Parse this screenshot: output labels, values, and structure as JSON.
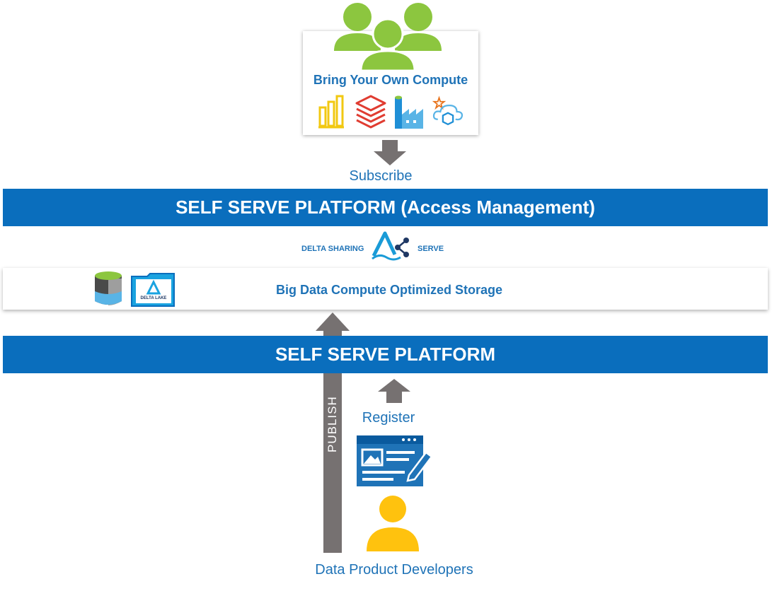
{
  "compute": {
    "title": "Bring Your Own Compute",
    "icons": [
      "power-bi-icon",
      "databricks-icon",
      "data-factory-icon",
      "synapse-icon"
    ]
  },
  "subscribe_label": "Subscribe",
  "top_band": {
    "label": "SELF SERVE PLATFORM (Access Management)"
  },
  "delta_sharing": {
    "left_label": "DELTA SHARING",
    "right_label": "SERVE"
  },
  "storage": {
    "label": "Big Data Compute Optimized Storage",
    "delta_lake_text": "DELTA LAKE"
  },
  "bottom_band": {
    "label": "SELF SERVE PLATFORM"
  },
  "publish_label": "PUBLISH",
  "register_label": "Register",
  "developers_label": "Data Product Developers",
  "colors": {
    "band": "#0a6ebd",
    "label_blue": "#1f73b7",
    "arrow_gray": "#767171",
    "users_green": "#8cc63f",
    "developer_yellow": "#ffc20e"
  }
}
